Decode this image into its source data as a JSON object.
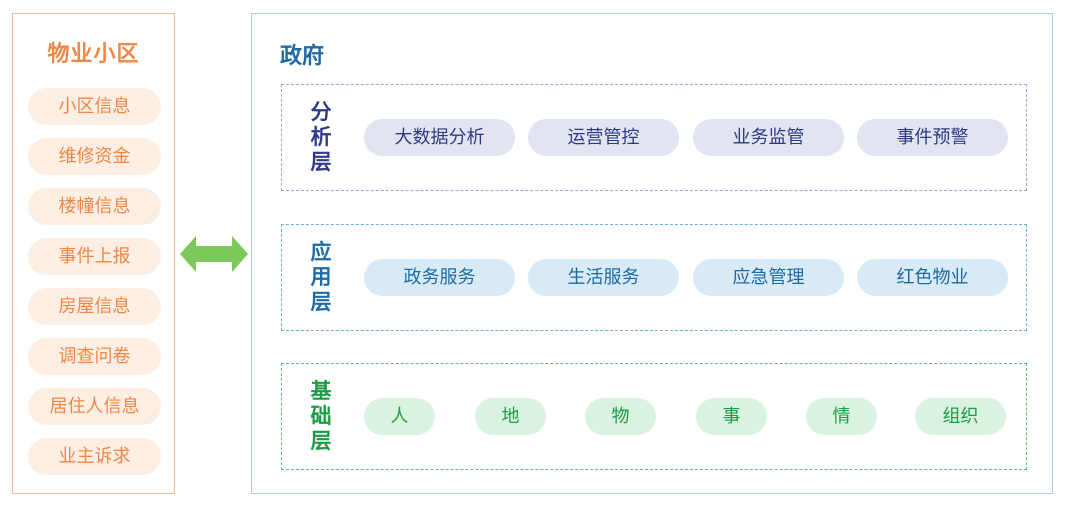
{
  "community": {
    "title": "物业小区",
    "items": [
      "小区信息",
      "维修资金",
      "楼幢信息",
      "事件上报",
      "房屋信息",
      "调查问卷",
      "居住人信息",
      "业主诉求"
    ]
  },
  "government": {
    "title": "政府",
    "layers": [
      {
        "label": [
          "分",
          "析",
          "层"
        ],
        "items": [
          "大数据分析",
          "运营管控",
          "业务监管",
          "事件预警"
        ]
      },
      {
        "label": [
          "应",
          "用",
          "层"
        ],
        "items": [
          "政务服务",
          "生活服务",
          "应急管理",
          "红色物业"
        ]
      },
      {
        "label": [
          "基",
          "础",
          "层"
        ],
        "items": [
          "人",
          "地",
          "物",
          "事",
          "情",
          "组织"
        ]
      }
    ]
  },
  "colors": {
    "community_accent": "#f08746",
    "arrow": "#7cc85a",
    "analysis_text": "#2e3a84",
    "application_text": "#1e6aa6",
    "foundation_text": "#1f9a45"
  }
}
